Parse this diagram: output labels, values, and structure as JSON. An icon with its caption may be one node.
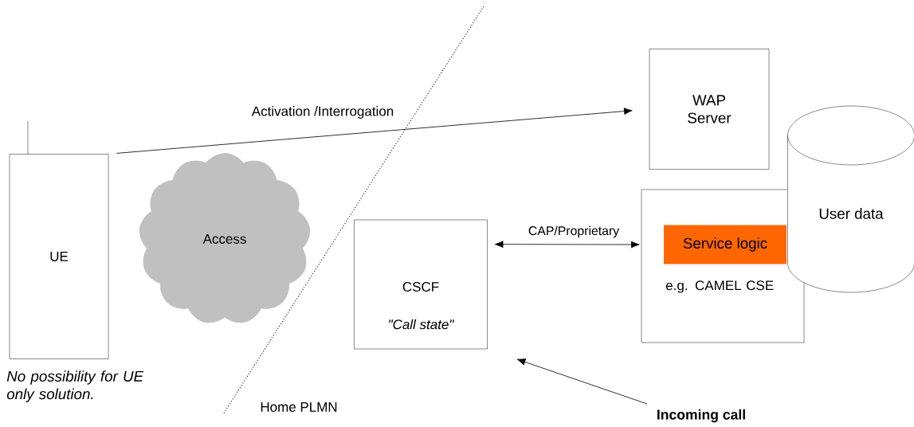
{
  "diagram": {
    "nodes": [
      {
        "text": [
          "UE"
        ],
        "beside": [
          "No possibility for UE only solution."
        ]
      },
      {
        "text": [
          "Access"
        ]
      },
      {
        "text": [
          "WAP Server"
        ]
      },
      {
        "text": [
          "User data"
        ]
      },
      {
        "text": [
          "CSCF",
          "\"Call state\""
        ]
      },
      {
        "text": [
          "e.g. CAMEL CSE"
        ]
      },
      {
        "text": [
          "Service logic"
        ],
        "in": 5
      },
      {
        "text": [
          "Incoming call"
        ]
      }
    ],
    "edges": [
      {
        "from": 0,
        "to": 2,
        "arrow": "to",
        "label": "Activation /Interrogation"
      },
      {
        "from": 4,
        "to": 5,
        "arrow": "both",
        "label": "CAP/Proprietary"
      },
      {
        "from": 7,
        "to": 4,
        "arrow": "to"
      }
    ],
    "labels": [
      "Home PLMN"
    ]
  }
}
